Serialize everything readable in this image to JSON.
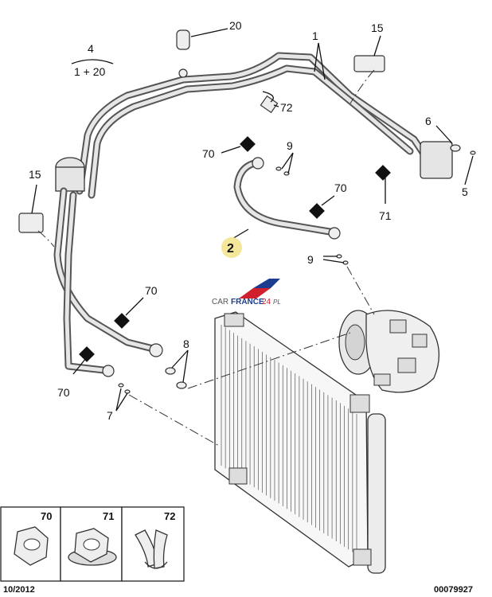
{
  "diagram": {
    "callouts": {
      "c20": "20",
      "c4": "4",
      "c4_sub": "1 + 20",
      "c1": "1",
      "c15_top": "15",
      "c72": "72",
      "c6": "6",
      "c70_a": "70",
      "c9_a": "9",
      "c70_b": "70",
      "c5": "5",
      "c15_left": "15",
      "c71": "71",
      "c2": "2",
      "c9_b": "9",
      "c70_c": "70",
      "c8": "8",
      "c70_d": "70",
      "c7": "7"
    },
    "watermark": {
      "prefix": "CAR",
      "brand": "FRANCE",
      "suffix": "24",
      "domain": "PL"
    }
  },
  "legend": {
    "items": [
      {
        "number": "70",
        "icon": "hex-nut-icon"
      },
      {
        "number": "71",
        "icon": "flange-nut-icon"
      },
      {
        "number": "72",
        "icon": "clip-icon"
      }
    ]
  },
  "footer": {
    "date": "10/2012",
    "reference": "00079927"
  },
  "colors": {
    "highlight": "#f5e79a",
    "watermark_blue": "#1c3d8f",
    "watermark_red": "#d0202e"
  }
}
